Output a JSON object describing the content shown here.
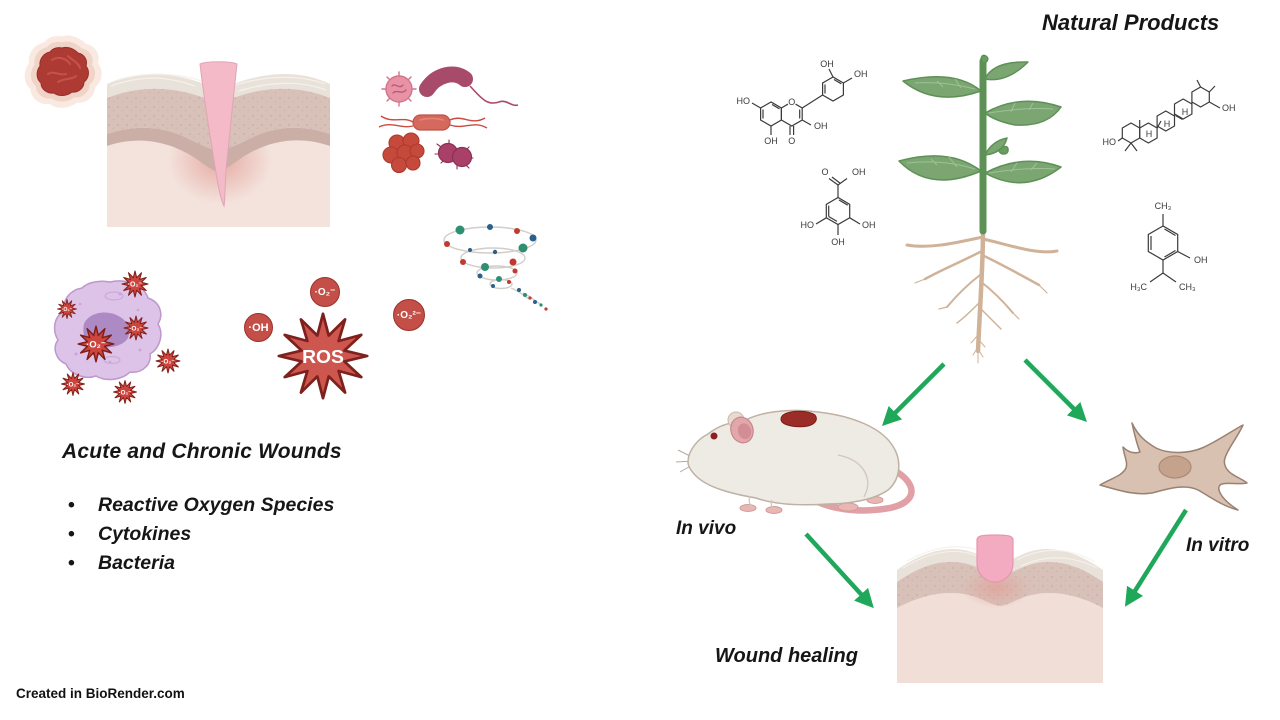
{
  "header": {
    "natural_products_title": "Natural Products"
  },
  "wounds_section": {
    "heading": "Acute and Chronic Wounds",
    "bullet": "•",
    "bullets": [
      "Reactive Oxygen Species",
      "Cytokines",
      "Bacteria"
    ]
  },
  "ros": {
    "star_label": "ROS",
    "hydroxyl_radical": "·OH",
    "superoxide": "·O₂⁻",
    "peroxide": "·O₂²⁻",
    "macrophage_burst": "·O₂⁻"
  },
  "pathway_labels": {
    "in_vivo": "In vivo",
    "in_vitro": "In vitro",
    "wound_healing": "Wound healing"
  },
  "chem_labels": {
    "HO": "HO",
    "OH": "OH",
    "O": "O",
    "CH3": "CH₃",
    "H3C": "H₃C",
    "H": "H"
  },
  "footer": {
    "credit": "Created in BioRender.com"
  },
  "colors": {
    "arrow_green": "#1fa75a",
    "ros_circle_red": "#c44f48",
    "ros_star_fill": "#cd564e",
    "ros_star_outline": "#7e211c",
    "macrophage_purple": "#dcc3e7",
    "nucleus_purple": "#ae8ac5",
    "wound_pink": "#f4bac8",
    "skin_epidermis": "#d8c1b8",
    "skin_dermis": "#f3e3dc",
    "plant_green": "#6b9d63",
    "root_tan": "#d0b298",
    "mouse_body": "#eeebe5",
    "fibroblast_tan": "#d8c1b1",
    "spiral_teal": "#2f8f72",
    "spiral_blue": "#29618c",
    "spiral_red": "#c03a31"
  }
}
